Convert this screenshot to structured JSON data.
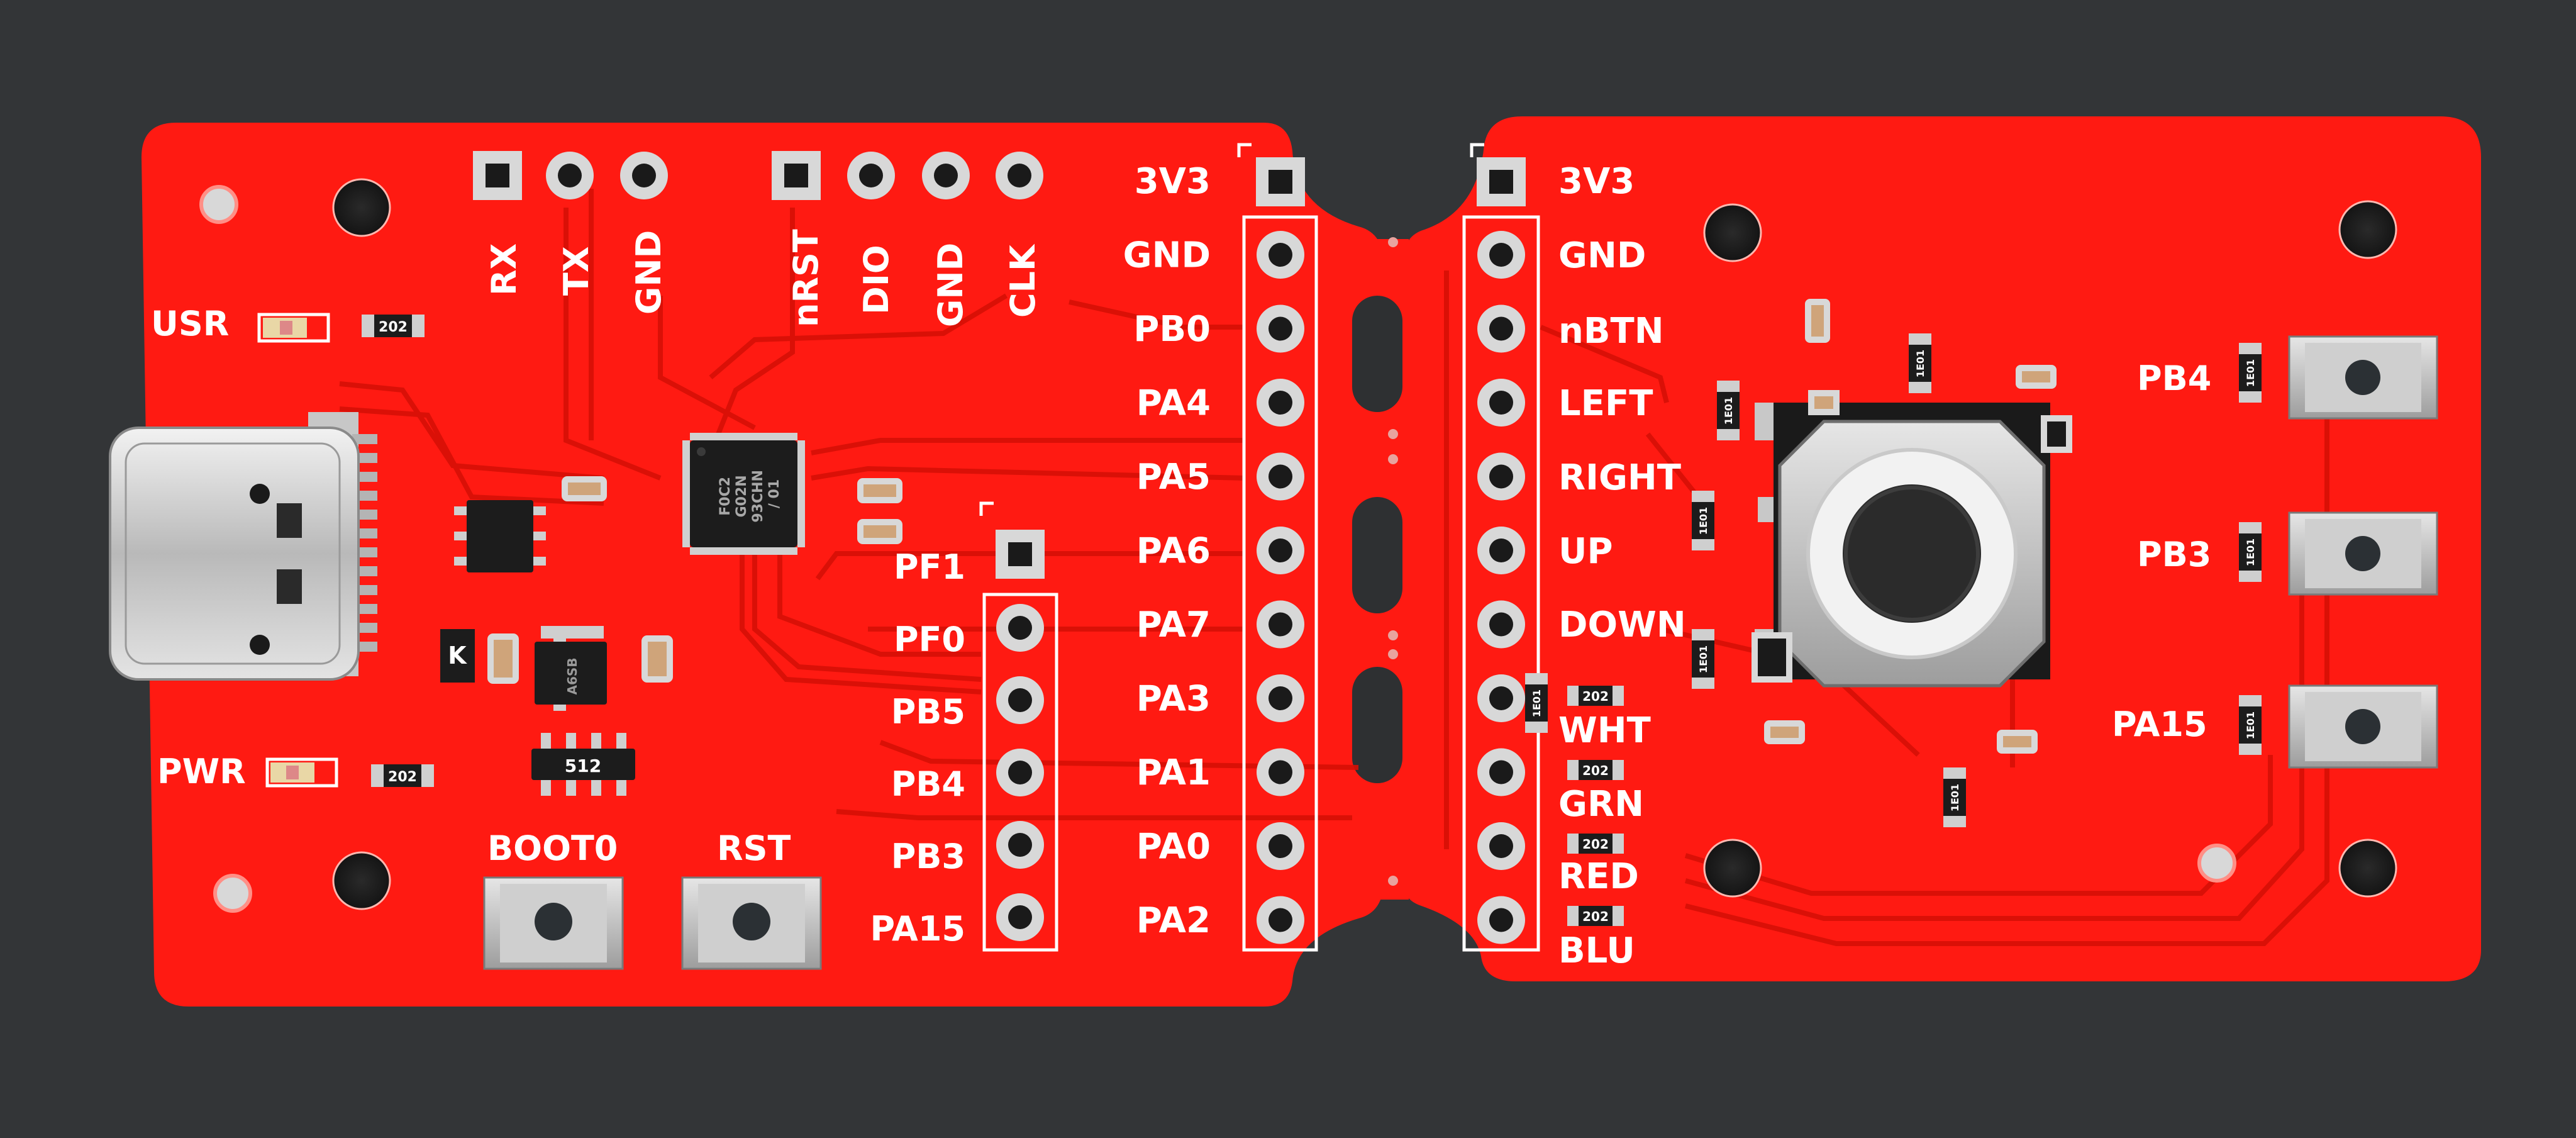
{
  "colors": {
    "background": "#333537",
    "board": "#ff1a12",
    "silkscreen": "#ffffff",
    "copper_trace": "#d81208",
    "pad_silver": "#c9c9c9",
    "chip_black": "#1c1c1c"
  },
  "left_board": {
    "uart_labels": [
      "RX",
      "TX",
      "GND"
    ],
    "swd_labels": [
      "nRST",
      "DIO",
      "GND",
      "CLK"
    ],
    "left_header_labels": [
      "PF1",
      "PF0",
      "PB5",
      "PB4",
      "PB3",
      "PA15"
    ],
    "main_header_labels": [
      "3V3",
      "GND",
      "PB0",
      "PA4",
      "PA5",
      "PA6",
      "PA7",
      "PA3",
      "PA1",
      "PA0",
      "PA2"
    ],
    "led_labels": [
      "USR",
      "PWR"
    ],
    "button_labels": [
      "BOOT0",
      "RST"
    ],
    "resistor_codes": [
      "202",
      "202"
    ],
    "resistor_array_code": "512",
    "mcu_marking_lines": [
      "F0C2",
      "G02N",
      "93CHN",
      "/ 01"
    ],
    "regulator_marking": "A6SB",
    "diode_marking": "K"
  },
  "right_board": {
    "header_labels": [
      "3V3",
      "GND",
      "nBTN",
      "LEFT",
      "RIGHT",
      "UP",
      "DOWN",
      "WHT",
      "GRN",
      "RED",
      "BLU"
    ],
    "button_labels": [
      "PB4",
      "PB3",
      "PA15"
    ],
    "resistor_codes": [
      "202",
      "202",
      "202",
      "202"
    ],
    "small_codes": [
      "1E01",
      "1E01",
      "1E01",
      "1E01",
      "1E01",
      "1E01",
      "1E01",
      "1E01",
      "1E01"
    ]
  },
  "connector": {
    "type": "USB-C"
  }
}
